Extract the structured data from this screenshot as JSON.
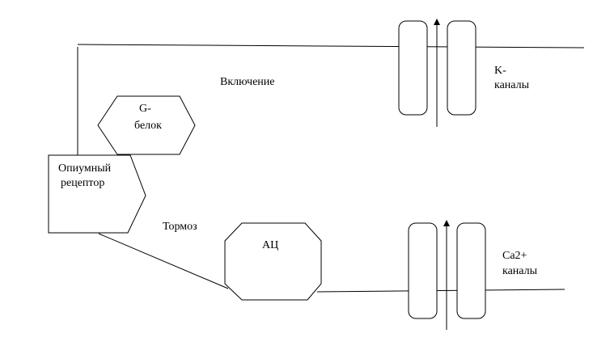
{
  "diagram": {
    "labels": {
      "g_protein_line1": "G-",
      "g_protein_line2": "белок",
      "receptor_line1": "Опиумный",
      "receptor_line2": "рецептор",
      "activation": "Включение",
      "inhibition": "Тормоз",
      "ac": "АЦ",
      "k_channels_line1": "K-",
      "k_channels_line2": "каналы",
      "ca_channels_line1": "Ca2+",
      "ca_channels_line2": "каналы"
    },
    "colors": {
      "stroke": "#000000",
      "background": "#ffffff"
    }
  }
}
